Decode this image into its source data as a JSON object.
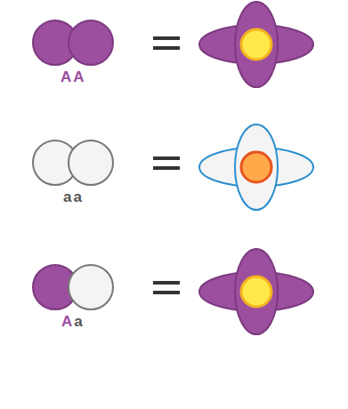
{
  "diagram": {
    "labels": [
      "AA",
      "aa",
      "Aa"
    ]
  }
}
